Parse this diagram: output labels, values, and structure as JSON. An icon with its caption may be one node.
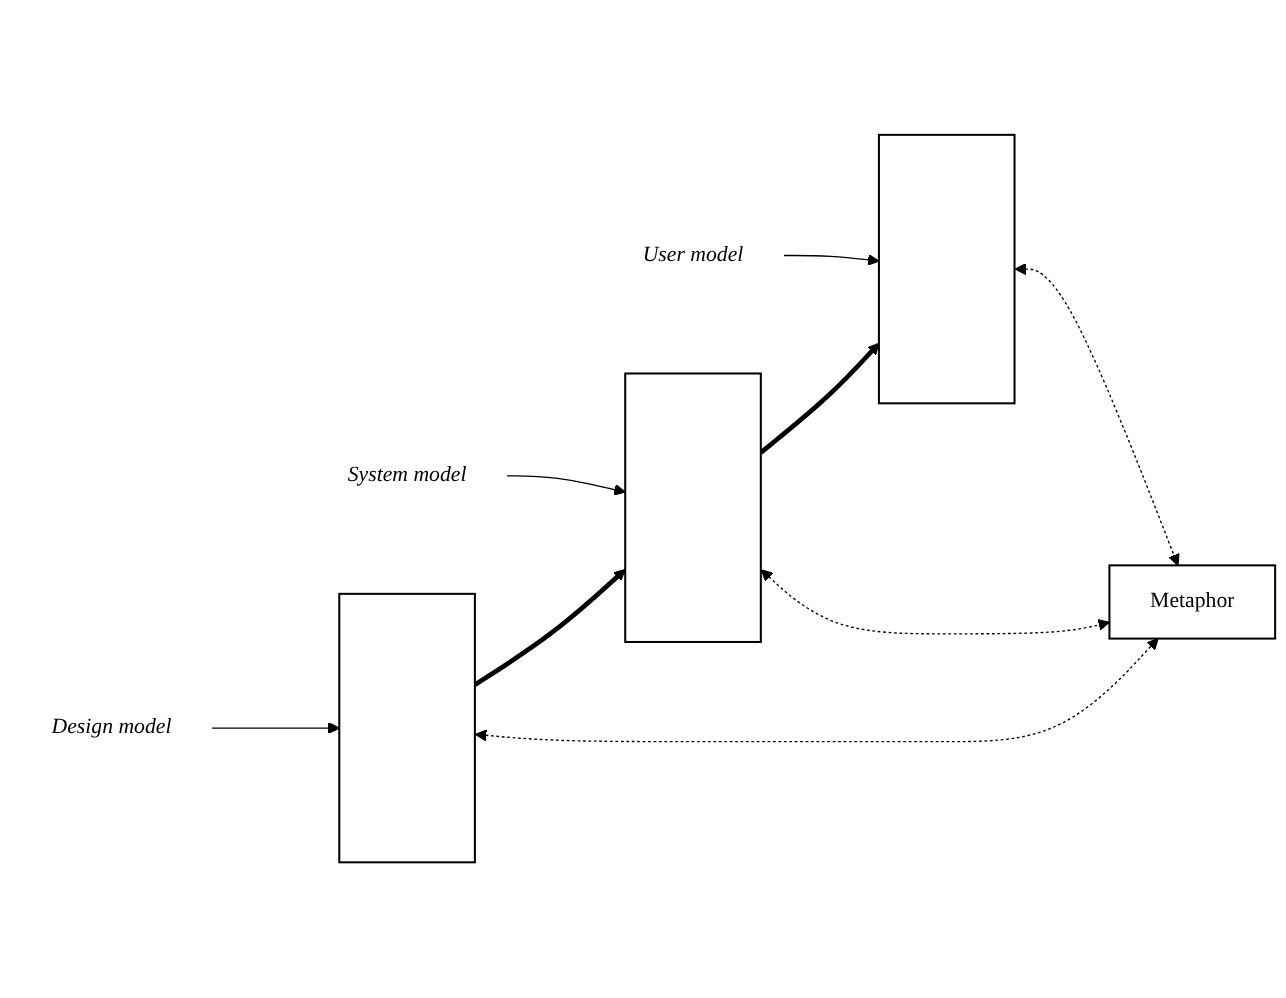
{
  "diagram": {
    "nodes": [
      {
        "text": [
          "Design model"
        ]
      },
      {
        "text": [
          "System model"
        ]
      },
      {
        "text": [
          "User model"
        ]
      },
      {
        "text": [],
        "shape": "box"
      },
      {
        "text": [],
        "shape": "box"
      },
      {
        "text": [],
        "shape": "box"
      },
      {
        "text": [
          "Metaphor"
        ]
      }
    ],
    "edges": [
      {
        "from": 0,
        "to": 3,
        "arrow": "to"
      },
      {
        "from": 1,
        "to": 4,
        "arrow": "to"
      },
      {
        "from": 2,
        "to": 5,
        "arrow": "to"
      },
      {
        "from": 3,
        "to": 4,
        "arrow": "to",
        "style": "thick"
      },
      {
        "from": 4,
        "to": 5,
        "arrow": "to",
        "style": "thick"
      },
      {
        "from": 3,
        "to": 6,
        "arrow": "both",
        "style": "dashed"
      },
      {
        "from": 4,
        "to": 6,
        "arrow": "both",
        "style": "dashed"
      },
      {
        "from": 5,
        "to": 6,
        "arrow": "both",
        "style": "dashed"
      }
    ]
  }
}
